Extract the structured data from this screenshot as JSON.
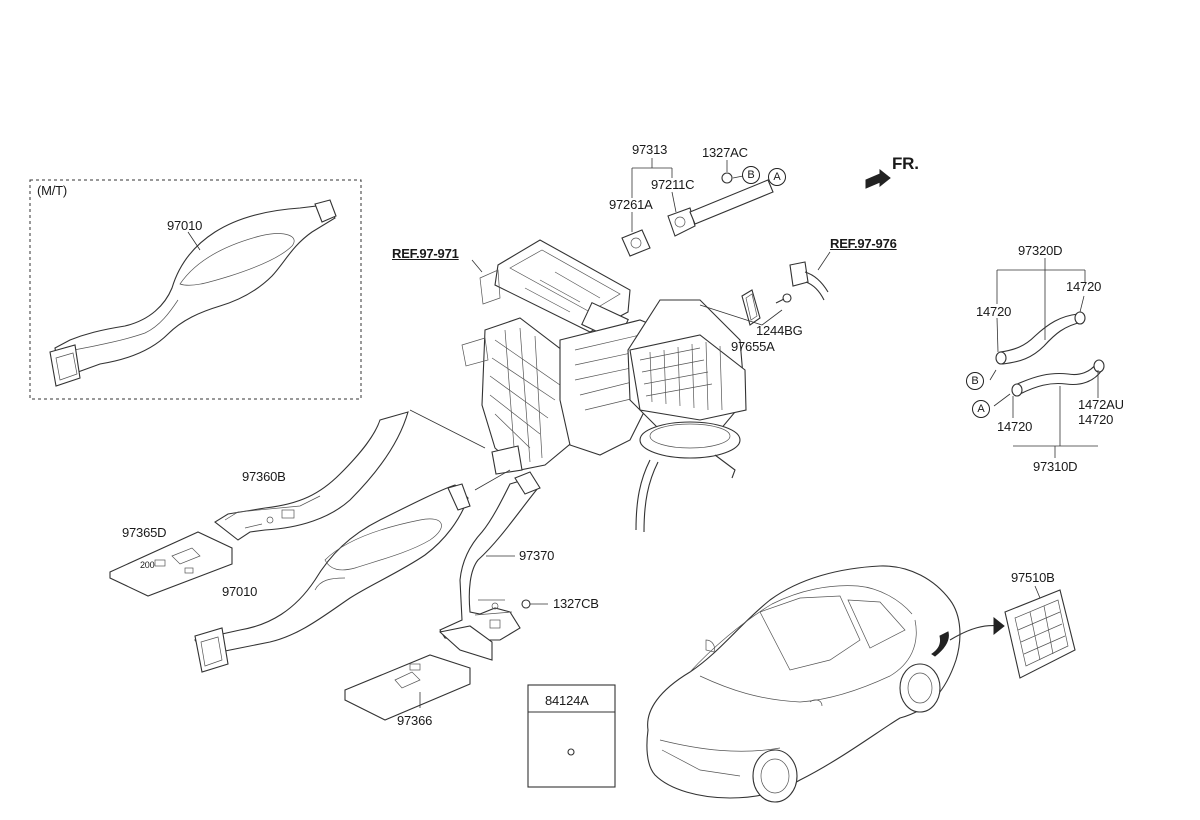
{
  "labels": {
    "mt_box_title": "(M/T)",
    "part_97010_a": "97010",
    "part_97010_b": "97010",
    "part_97313": "97313",
    "part_1327AC": "1327AC",
    "part_97211C": "97211C",
    "part_97261A": "97261A",
    "ref_97971": "REF.97-971",
    "ref_97976": "REF.97-976",
    "front": "FR.",
    "part_1244BG": "1244BG",
    "part_97655A": "97655A",
    "part_97320D": "97320D",
    "part_14720_a": "14720",
    "part_14720_b": "14720",
    "part_14720_c": "14720",
    "part_14720_d": "14720",
    "part_1472AU": "1472AU",
    "part_97310D": "97310D",
    "part_97360B": "97360B",
    "part_97365D": "97365D",
    "part_97370": "97370",
    "part_1327CB": "1327CB",
    "part_97366": "97366",
    "part_84124A": "84124A",
    "part_97510B": "97510B",
    "mark_200": "200",
    "callout_a": "A",
    "callout_b": "B",
    "callout_a_hose": "A",
    "callout_b_hose": "B"
  },
  "icons": {
    "front_arrow": "front-arrow-icon"
  },
  "colors": {
    "line": "#333333",
    "background": "#ffffff"
  }
}
